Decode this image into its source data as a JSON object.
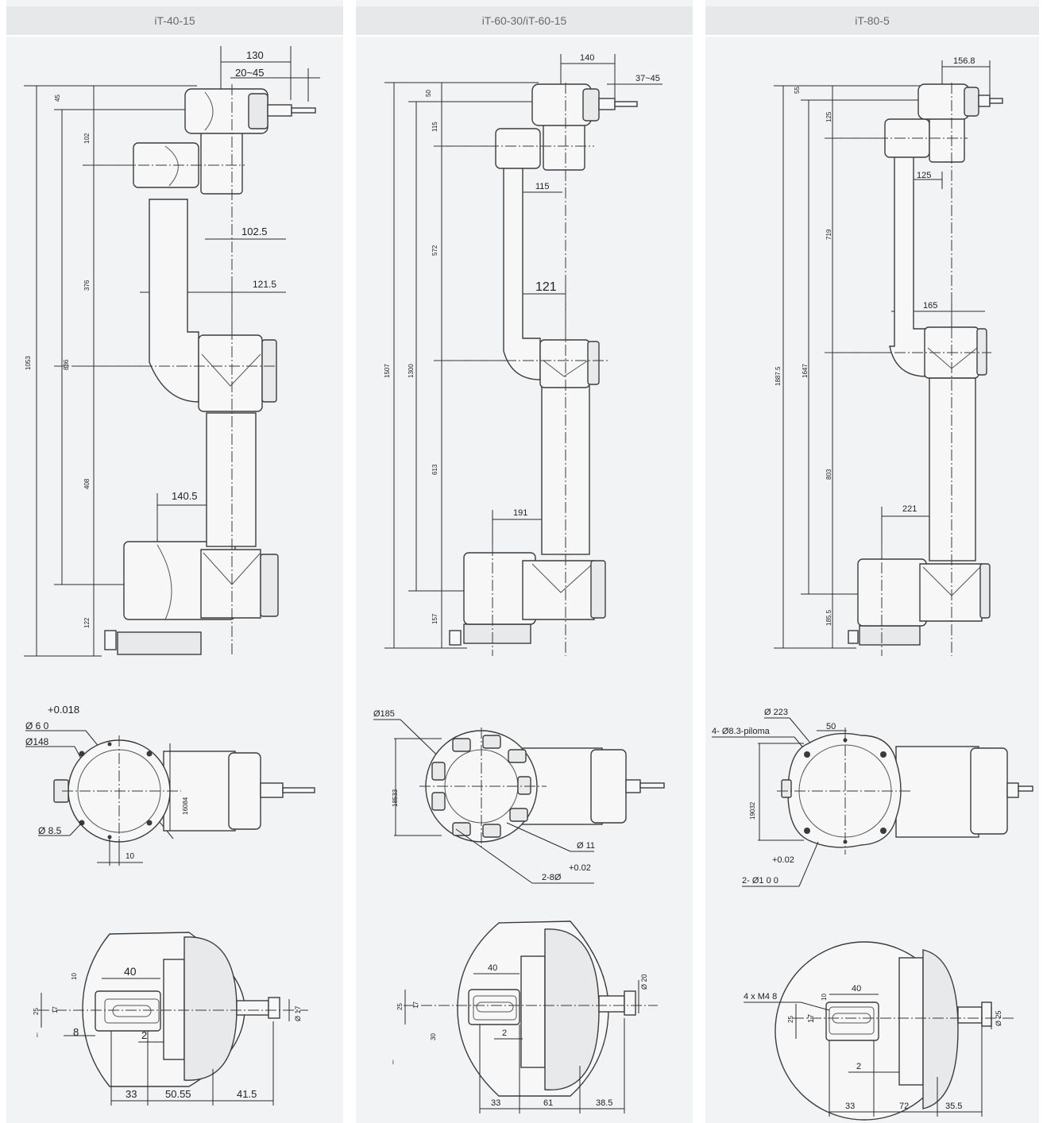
{
  "panels": [
    {
      "title": "iT-40-15",
      "side_dims": {
        "d130": "130",
        "d20_45": "20~45",
        "d102_5": "102.5",
        "d121_5": "121.5",
        "d140_5": "140.5",
        "v1053": "1053",
        "v45": "45",
        "v102": "102",
        "v886": "886",
        "v376": "376",
        "v408": "408",
        "v122": "122"
      },
      "top_dims": {
        "tol": "+0.018",
        "phi60": "Ø 6 0",
        "phi148": "Ø148",
        "phi8_5": "Ø 8.5",
        "d10": "10",
        "v160_84": "16084"
      },
      "flange_dims": {
        "d40": "40",
        "v10": "10",
        "v25": "25",
        "v17": "17",
        "v8": "8",
        "d2": "2",
        "phi17": "Ø 17",
        "d33": "33",
        "d50_55": "50.55",
        "d41_5": "41.5",
        "mark": "i"
      }
    },
    {
      "title": "iT-60-30/iT-60-15",
      "side_dims": {
        "d140": "140",
        "d37_45": "37~45",
        "d115": "115",
        "d121": "121",
        "d191": "191",
        "v1507": "1507",
        "v50": "50",
        "v115": "115",
        "v1300": "1300",
        "v572": "572",
        "v613": "613",
        "v157": "157"
      },
      "top_dims": {
        "phi185": "Ø185",
        "v185_3": "18533",
        "phi11": "Ø 11",
        "tol": "+0.02",
        "two8": "2-8Ø"
      },
      "flange_dims": {
        "d40": "40",
        "v25": "25",
        "v17": "17",
        "v30": "30",
        "phi20": "Ø 20",
        "d2": "2",
        "d33": "33",
        "d61": "61",
        "d38_5": "38.5",
        "mark": "i"
      }
    },
    {
      "title": "iT-80-5",
      "side_dims": {
        "d156_8": "156.8",
        "d125": "125",
        "d165": "165",
        "d221": "221",
        "v1887_5": "1887.5",
        "v55": "55",
        "v125": "125",
        "v1647": "1647",
        "v719": "719",
        "v803": "803",
        "v185_5": "185.5"
      },
      "top_dims": {
        "phi223": "Ø 223",
        "holes": "4- Ø8.3-piloma",
        "d50": "50",
        "v190_32": "19032",
        "tol": "+0.02",
        "two10": "2- Ø1 0 0"
      },
      "flange_dims": {
        "m4": "4 x M4 8",
        "d40": "40",
        "v10": "10",
        "v25": "25",
        "v17": "17",
        "phi25": "Ø 25",
        "d2": "2",
        "d33": "33",
        "d72": "72",
        "d35_5": "35.5"
      }
    }
  ]
}
